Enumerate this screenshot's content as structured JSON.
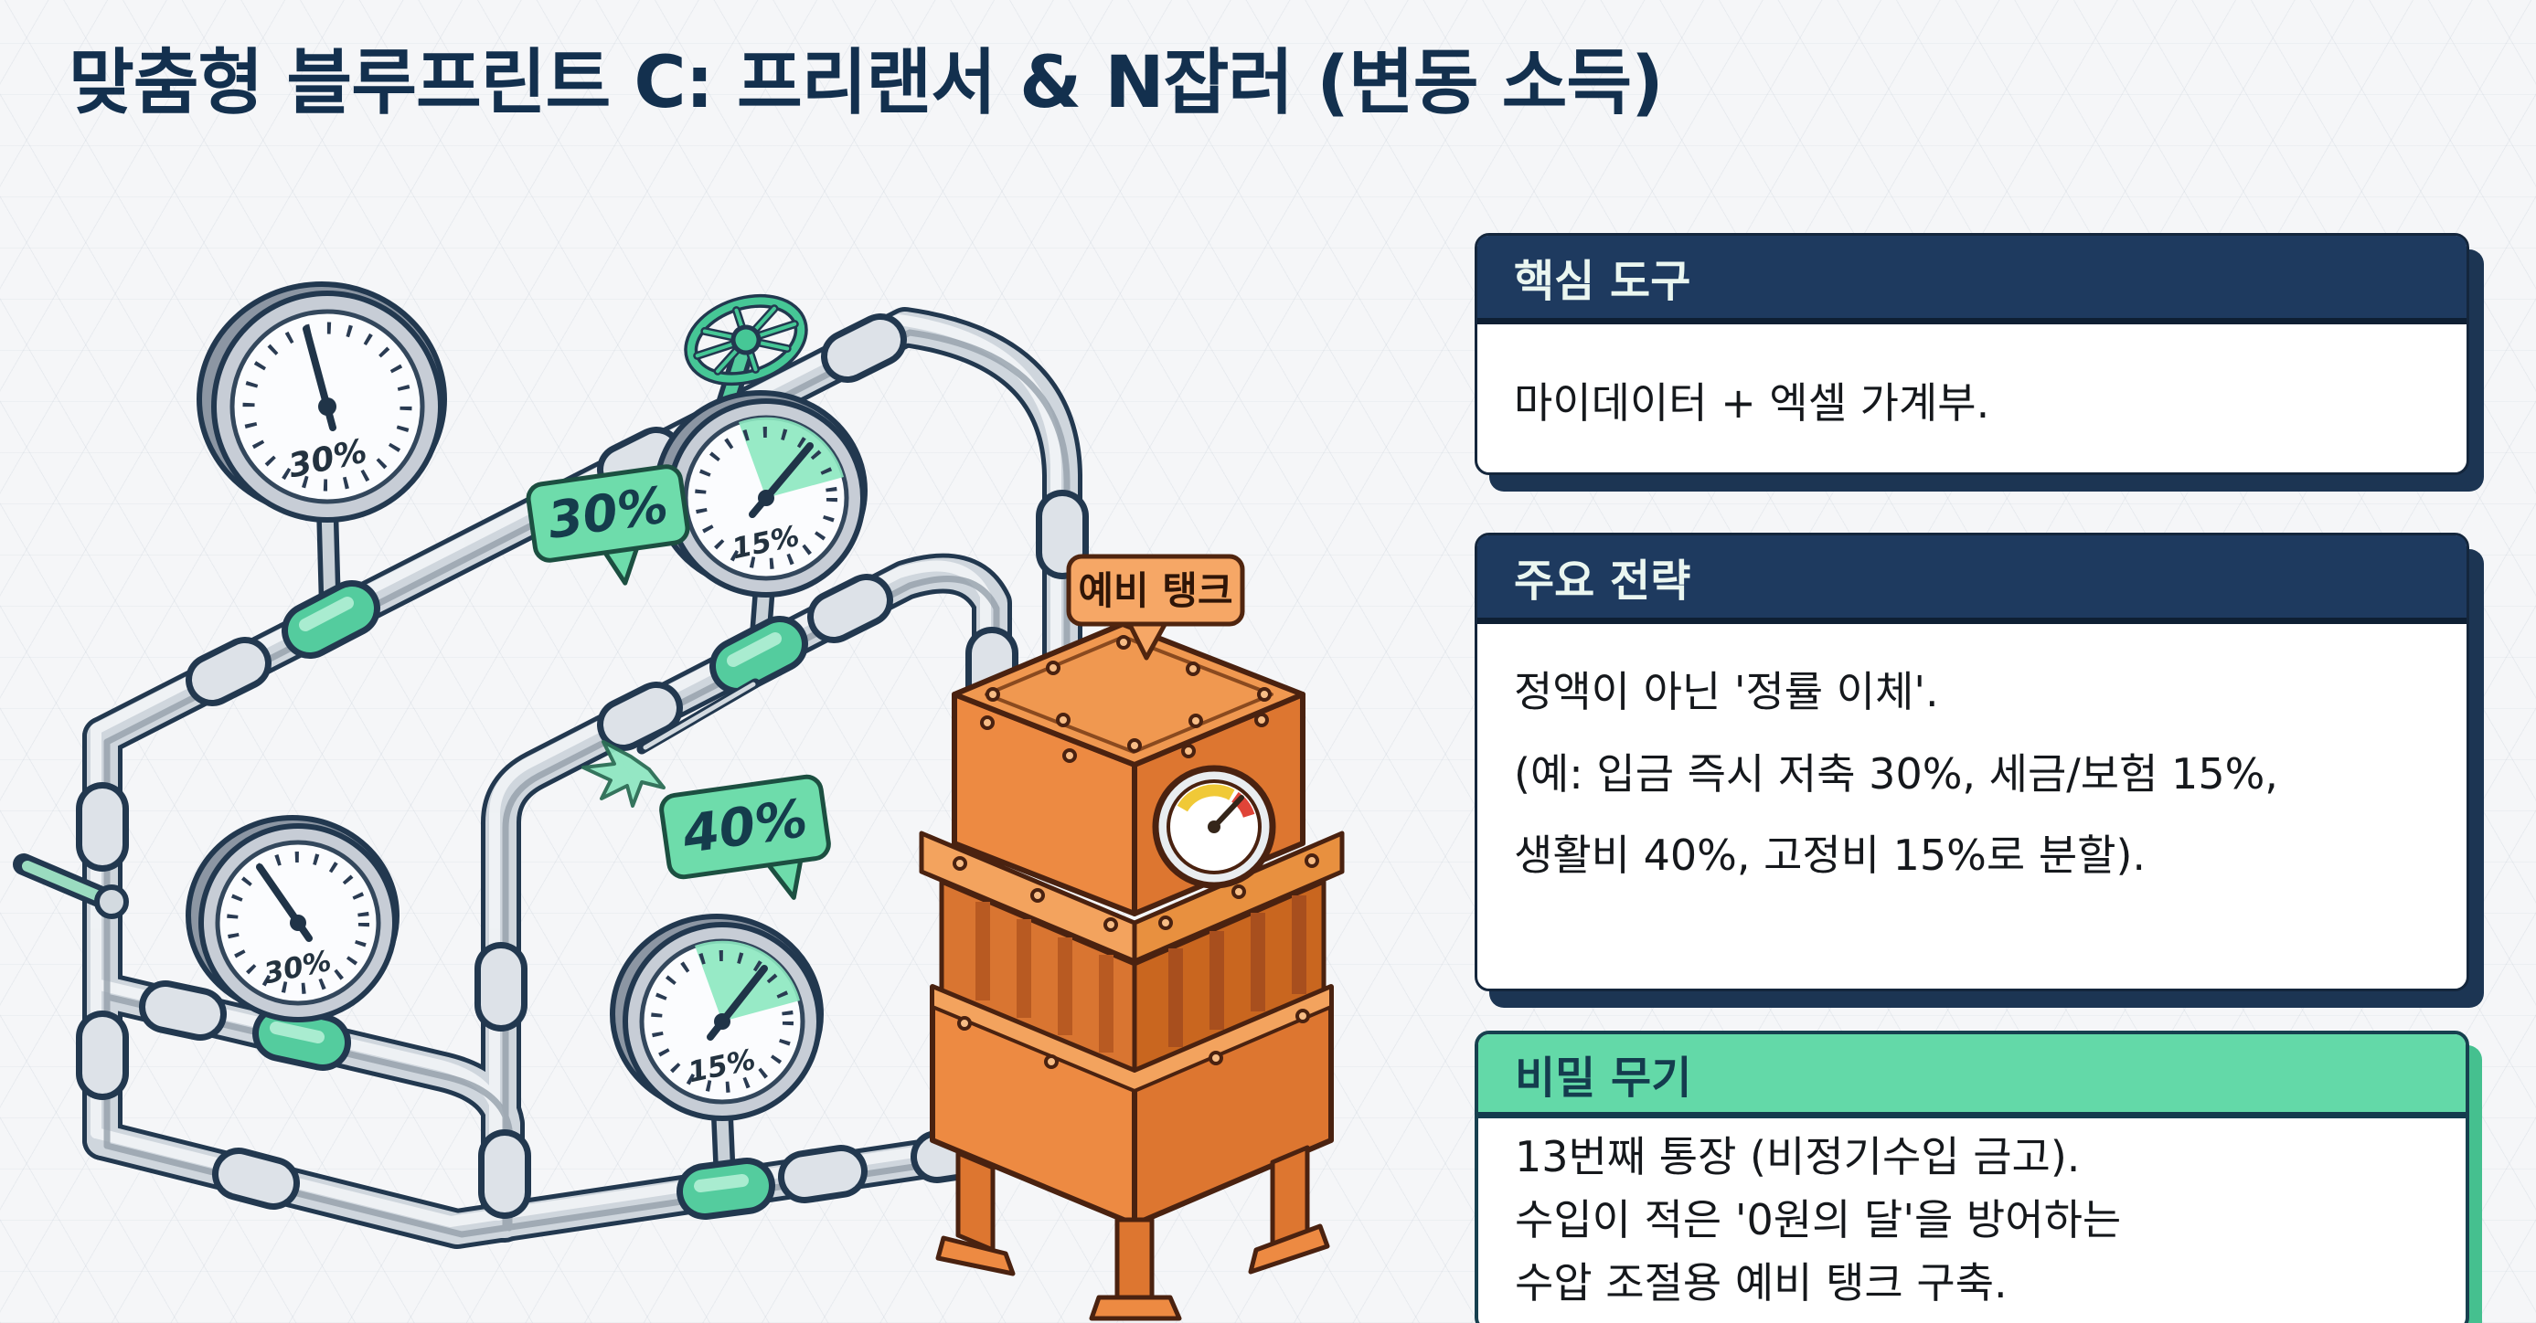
{
  "page": {
    "title": "맞춤형 블루프린트 C: 프리랜서 & N잡러 (변동 소득)"
  },
  "colors": {
    "title_navy": "#13304e",
    "card_header_navy": "#1e3a5f",
    "card_header_mint": "#63d9a8",
    "card_shadow_navy": "#1c3553",
    "card_shadow_mint": "#45c08f",
    "pipe_outline": "#22384f",
    "pipe_silver": "#cfd6dd",
    "fitting_green": "#54cc9e",
    "bubble_green": "#6edcab",
    "tank_orange": "#e8813b",
    "tank_label_orange": "#f6a766",
    "background": "#f5f6f8"
  },
  "diagram": {
    "bubbles": [
      {
        "name": "savings-share",
        "label": "30%"
      },
      {
        "name": "living-cost-share",
        "label": "40%"
      }
    ],
    "tank_label": "예비 탱크",
    "gauges": [
      {
        "name": "top-left",
        "value": "30%"
      },
      {
        "name": "top-center",
        "value": "15%"
      },
      {
        "name": "mid-left",
        "value": "30%"
      },
      {
        "name": "bottom-center",
        "value": "15%"
      }
    ]
  },
  "cards": [
    {
      "title": "핵심 도구",
      "body": [
        "마이데이터 + 엑셀 가계부."
      ]
    },
    {
      "title": "주요 전략",
      "body": [
        "정액이 아닌 '정률 이체'.",
        "(예: 입금 즉시 저축 30%, 세금/보험 15%,",
        "생활비 40%, 고정비 15%로 분할)."
      ]
    },
    {
      "title": "비밀 무기",
      "body": [
        "13번째 통장 (비정기수입 금고).",
        "수입이 적은 '0원의 달'을 방어하는",
        "수압 조절용 예비 탱크 구축."
      ]
    }
  ]
}
